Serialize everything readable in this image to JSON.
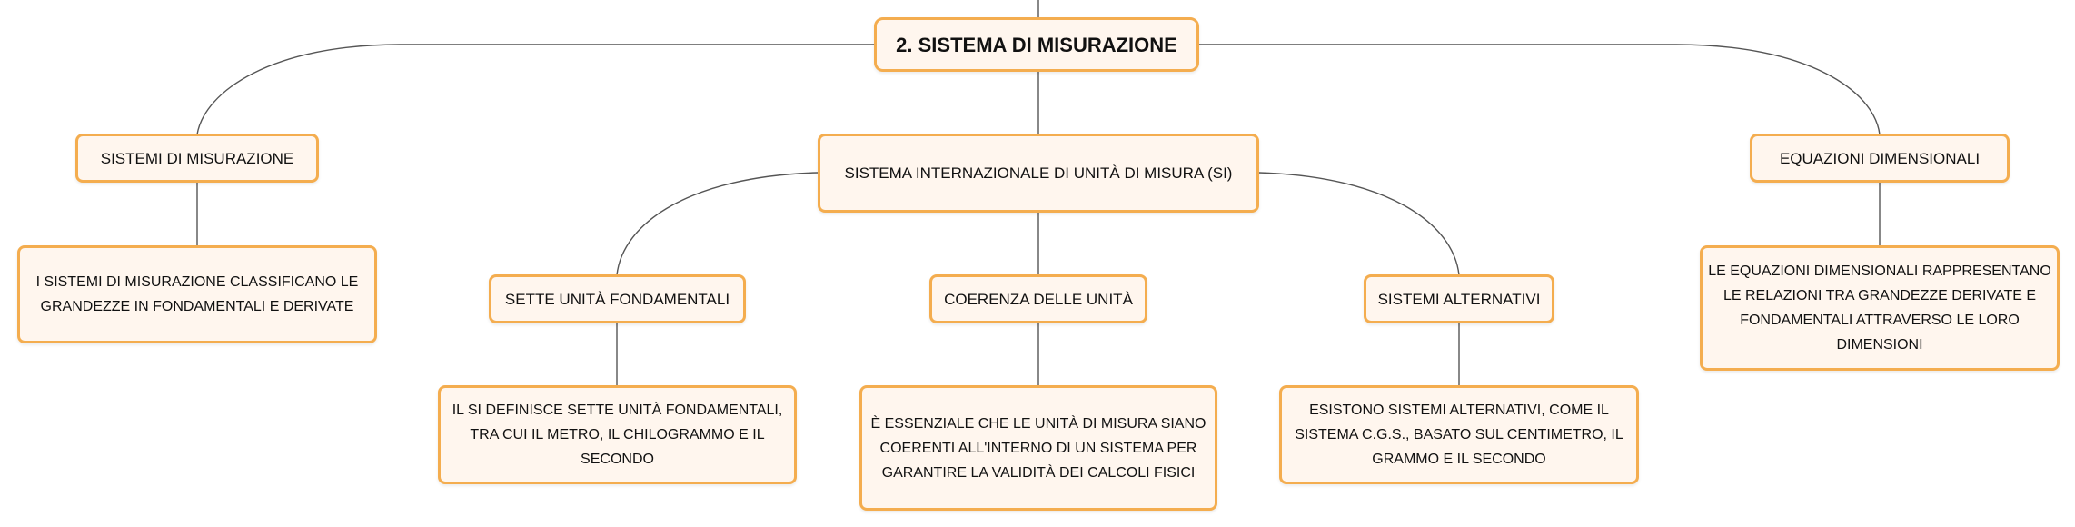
{
  "diagram": {
    "root": {
      "label": "2. SISTEMA DI MISURAZIONE"
    },
    "branches": {
      "sistemi": {
        "label": "SISTEMI DI MISURAZIONE",
        "description": "I SISTEMI DI MISURAZIONE CLASSIFICANO LE GRANDEZZE IN FONDAMENTALI E DERIVATE"
      },
      "si": {
        "label": "SISTEMA INTERNAZIONALE DI UNITÀ DI MISURA (SI)",
        "children": {
          "sette": {
            "label": "SETTE UNITÀ FONDAMENTALI",
            "description": "IL SI DEFINISCE SETTE UNITÀ FONDAMENTALI, TRA CUI IL METRO, IL CHILOGRAMMO E IL SECONDO"
          },
          "coerenza": {
            "label": "COERENZA DELLE UNITÀ",
            "description": "È ESSENZIALE CHE LE UNITÀ DI MISURA SIANO COERENTI ALL'INTERNO DI UN SISTEMA PER GARANTIRE LA VALIDITÀ DEI CALCOLI FISICI"
          },
          "alternativi": {
            "label": "SISTEMI ALTERNATIVI",
            "description": "ESISTONO SISTEMI ALTERNATIVI, COME IL SISTEMA C.G.S., BASATO SUL CENTIMETRO, IL GRAMMO E IL SECONDO"
          }
        }
      },
      "equazioni": {
        "label": "EQUAZIONI DIMENSIONALI",
        "description": "LE EQUAZIONI DIMENSIONALI RAPPRESENTANO LE RELAZIONI TRA GRANDEZZE DERIVATE E FONDAMENTALI ATTRAVERSO LE LORO DIMENSIONI"
      }
    },
    "colors": {
      "node_fill": "#fff6ee",
      "node_border": "#f4ad4f",
      "connector": "#555555",
      "text": "#111111"
    }
  }
}
